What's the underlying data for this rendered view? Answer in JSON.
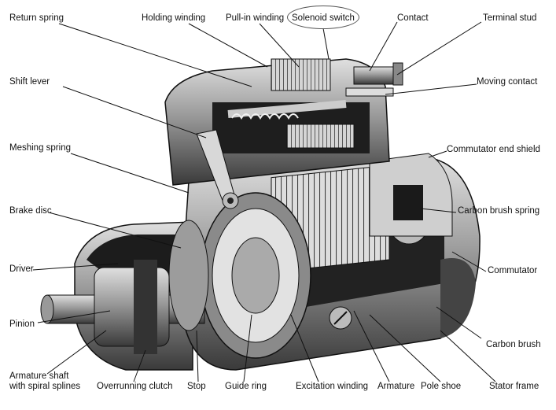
{
  "labels": {
    "return_spring": "Return spring",
    "holding_winding": "Holding winding",
    "pull_in_winding": "Pull-in winding",
    "solenoid_switch": "Solenoid switch",
    "contact": "Contact",
    "terminal_stud": "Terminal stud",
    "shift_lever": "Shift lever",
    "moving_contact": "Moving contact",
    "meshing_spring": "Meshing spring",
    "commutator_end_shield": "Commutator end shield",
    "brake_disc": "Brake disc",
    "carbon_brush_spring": "Carbon brush spring",
    "driver": "Driver",
    "commutator": "Commutator",
    "pinion": "Pinion",
    "carbon_brush": "Carbon brush",
    "armature_shaft_line1": "Armature shaft",
    "armature_shaft_line2": "with spiral splines",
    "overrunning_clutch": "Overrunning clutch",
    "stop": "Stop",
    "guide_ring": "Guide ring",
    "excitation_winding": "Excitation winding",
    "armature": "Armature",
    "pole_shoe": "Pole shoe",
    "stator_frame": "Stator frame"
  },
  "colors": {
    "ink": "#111111",
    "metal": "#bdbdbd",
    "shadow": "#2a2a2a",
    "highlight": "#e8e8e8"
  }
}
